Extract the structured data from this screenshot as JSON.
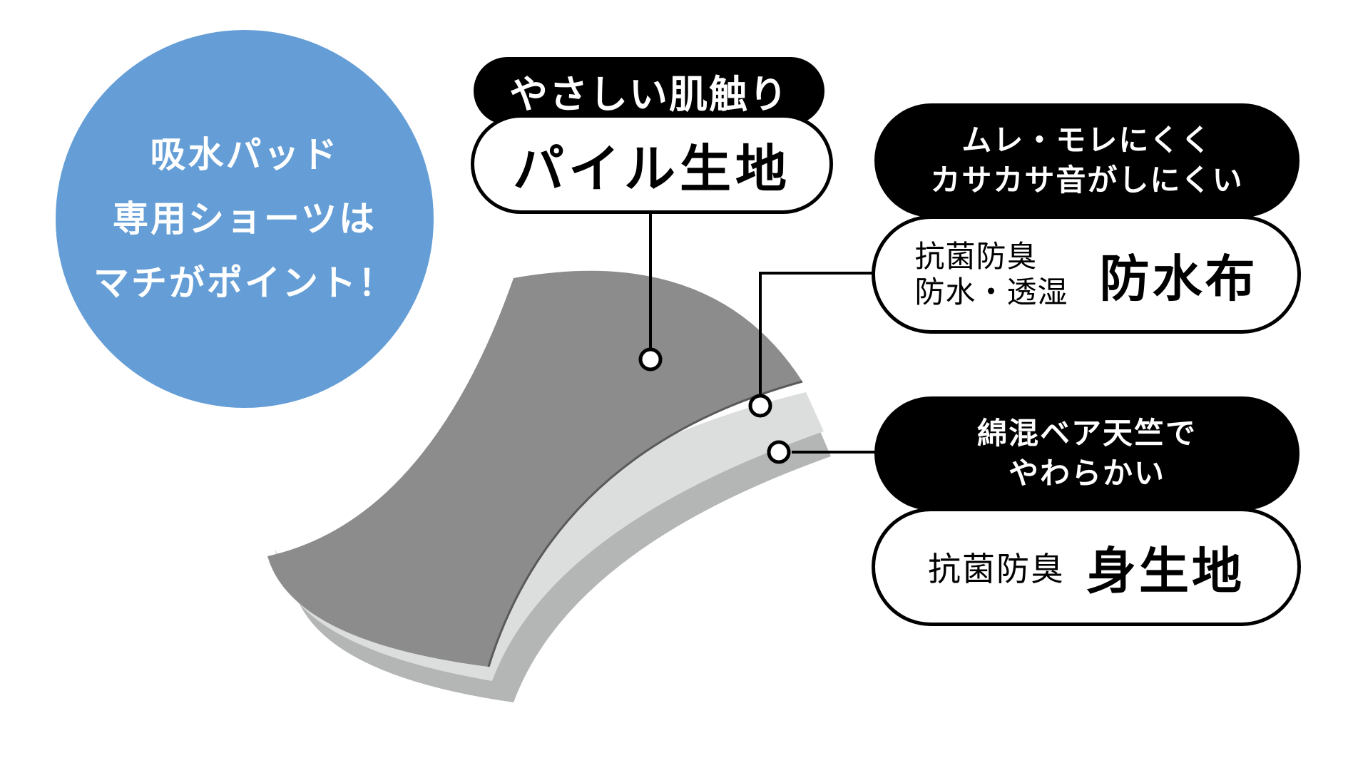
{
  "colors": {
    "circle": "#659ed6",
    "layer_top": "#8c8c8c",
    "layer_middle": "#dcdddd",
    "layer_bottom": "#b4b5b5",
    "outline": "#000000"
  },
  "badge": {
    "lines": [
      "吸水パッド",
      "専用ショーツは",
      "マチがポイント！"
    ]
  },
  "callouts": {
    "pile": {
      "heading": "やさしい肌触り",
      "label": "パイル生地"
    },
    "waterproof": {
      "heading_lines": [
        "ムレ・モレにくく",
        "カサカサ音がしにくい"
      ],
      "sub_lines": [
        "抗菌防臭",
        "防水・透湿"
      ],
      "label": "防水布"
    },
    "body_fabric": {
      "heading_lines": [
        "綿混ベア天竺で",
        "やわらかい"
      ],
      "sub": "抗菌防臭",
      "label": "身生地"
    }
  }
}
